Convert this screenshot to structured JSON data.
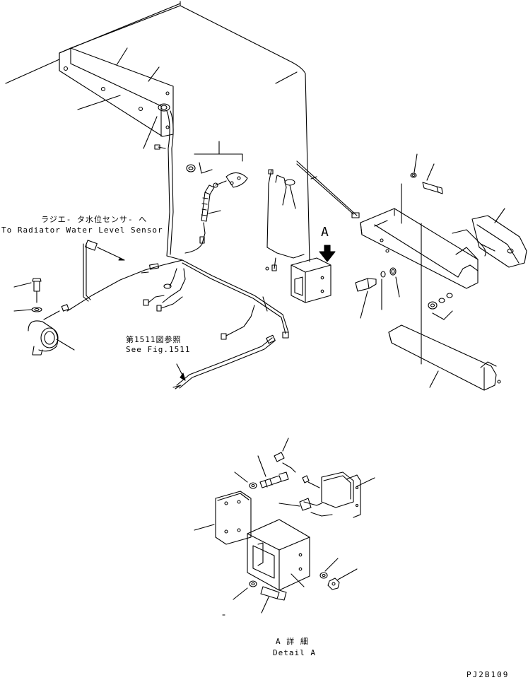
{
  "labels": {
    "radiator_jp": "ラジエ- タ水位センサ- へ",
    "radiator_en": "To Radiator Water Level Sensor",
    "fig_ref_jp": "第1511図参照",
    "fig_ref_en": "See Fig.1511",
    "detail_marker": "A",
    "detail_title_jp": "A 詳 細",
    "detail_title_en": "Detail A",
    "drawing_code": "PJ2B109"
  },
  "colors": {
    "line": "#000000",
    "background": "#ffffff"
  }
}
